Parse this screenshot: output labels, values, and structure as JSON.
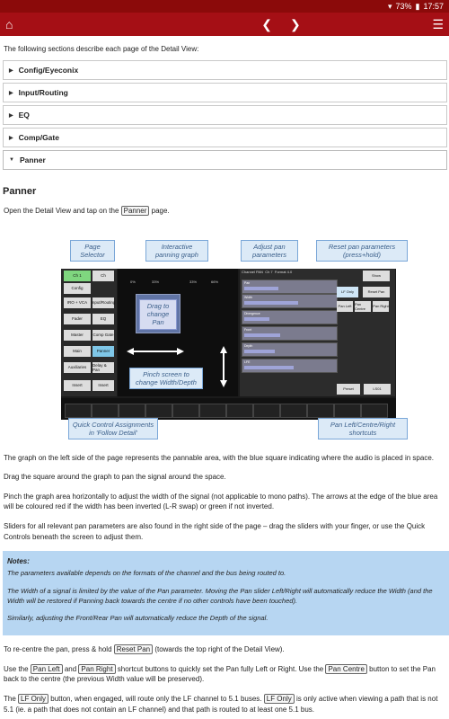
{
  "status": {
    "battery": "73%",
    "time": "17:57"
  },
  "toolbar": {
    "home_icon": "home-icon",
    "prev_icon": "chevron-left-icon",
    "next_icon": "chevron-right-icon",
    "menu_icon": "menu-icon"
  },
  "intro": "The following sections describe each page of the Detail View:",
  "sections": [
    {
      "label": "Config/Eyeconix",
      "open": false
    },
    {
      "label": "Input/Routing",
      "open": false
    },
    {
      "label": "EQ",
      "open": false
    },
    {
      "label": "Comp/Gate",
      "open": false
    },
    {
      "label": "Panner",
      "open": true
    }
  ],
  "panner": {
    "title": "Panner",
    "open_text_1": "Open the Detail View and tap on the ",
    "open_btn": "Panner",
    "open_text_2": " page.",
    "callouts": {
      "page_selector": "Page Selector",
      "interactive_graph": "Interactive panning graph",
      "adjust_params": "Adjust pan parameters",
      "reset_params": "Reset pan parameters (press+hold)",
      "drag_square": "Drag to change Pan",
      "pinch": "Pinch screen to change Width/Depth",
      "quick_control": "Quick Control Assignments in 'Follow Detail'",
      "lr_shortcuts": "Pan Left/Centre/Right shortcuts"
    },
    "device": {
      "left_buttons": [
        "Ch 1",
        "Config",
        "IRO + VCA",
        "Fader",
        "Master",
        "Main",
        "Auxiliaries",
        "Insert"
      ],
      "right_buttons": [
        "Ch",
        "Input/Routing",
        "EQ",
        "Comp Gate",
        "Panner",
        "Delay & Pan",
        "Insert"
      ],
      "percents": [
        "0%",
        "33%",
        "33%",
        "66%"
      ],
      "header": [
        "Channel PAN",
        "Ch 7",
        "Format",
        "4.0"
      ],
      "sliders": [
        "Pan",
        "Width",
        "Divergence",
        "Front",
        "Depth",
        "LFE"
      ],
      "buttons": [
        "Show",
        "Reset Pan",
        "LF Only",
        "Pan Left",
        "Pan Centre",
        "Pan Right",
        "Preset",
        "LS01"
      ]
    },
    "para1": "The graph on the left side of the page represents the pannable area, with the blue square indicating where the audio is placed in space.",
    "para2": "Drag the square around the graph to pan the signal around the space.",
    "para3": "Pinch the graph area horizontally to adjust the width of the signal (not applicable to mono paths). The arrows at the edge of the blue area will be coloured red if the width has been inverted (L-R swap) or green if not inverted.",
    "para4": "Sliders for all relevant pan parameters are also found in the right side of the page – drag the sliders with your finger, or use the Quick Controls beneath the screen to adjust them.",
    "notes": {
      "heading": "Notes:",
      "n1": "The parameters available depends on the formats of the channel and the bus being routed to.",
      "n2": "The Width of a signal is limited by the value of the Pan parameter. Moving the Pan slider Left/Right will automatically reduce the Width (and the Width will be restored if Panning back towards the centre if no other controls have been touched).",
      "n3": "Similarly, adjusting the Front/Rear Pan will automatically reduce the Depth of the signal."
    },
    "reset_text_1": "To re-centre the pan, press & hold ",
    "reset_btn": "Reset Pan",
    "reset_text_2": " (towards the top right of the Detail View).",
    "lr_text_1": "Use the ",
    "pan_left_btn": "Pan Left",
    "lr_text_and": " and ",
    "pan_right_btn": "Pan Right",
    "lr_text_2": " shortcut buttons to quickly set the Pan fully Left or Right. Use the ",
    "pan_centre_btn": "Pan Centre",
    "lr_text_3": " button to set the Pan back to the centre (the previous Width value will be preserved).",
    "lf_text_1": "The ",
    "lf_btn": "LF Only",
    "lf_text_2": " button, when engaged, will route only the LF channel to 5.1 buses. ",
    "lf_btn2": "LF Only",
    "lf_text_3": " is only active when viewing a path that is not 5.1 (ie. a path that does not contain an LF channel) and that path is routed to at least one 5.1 bus."
  }
}
